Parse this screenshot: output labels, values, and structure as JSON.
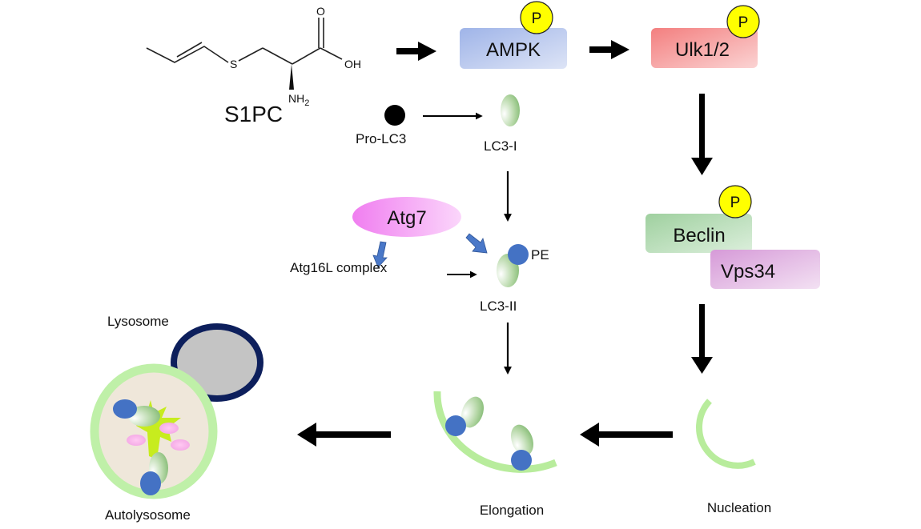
{
  "diagram": {
    "compound": {
      "name": "S1PC",
      "atoms": {
        "sulfur": "S",
        "oxygen": "O",
        "hydroxyl": "OH",
        "amine": "NH",
        "amine_sub": "2"
      }
    },
    "phospho_label": "P",
    "nodes": {
      "ampk": {
        "label": "AMPK",
        "color": "#a9bdeb"
      },
      "ulk": {
        "label": "Ulk1/2",
        "color": "#f58e8e"
      },
      "beclin": {
        "label": "Beclin",
        "color": "#a8d8a8"
      },
      "vps34": {
        "label": "Vps34",
        "color": "#dba7dd"
      },
      "atg7": {
        "label": "Atg7",
        "color": "#f07ef0"
      },
      "atg16l": {
        "label": "Atg16L complex"
      },
      "pro_lc3": {
        "label": "Pro-LC3"
      },
      "lc3_i": {
        "label": "LC3-I"
      },
      "lc3_ii": {
        "label": "LC3-II"
      },
      "pe": {
        "label": "PE"
      },
      "lysosome": {
        "label": "Lysosome"
      },
      "autolysosome": {
        "label": "Autolysosome"
      }
    },
    "stages": {
      "nucleation": "Nucleation",
      "elongation": "Elongation"
    },
    "colors": {
      "phospho": "#ffff00",
      "membrane": "#b8ec9c",
      "pe": "#4472c4",
      "lysosome_border": "#0d1f5c",
      "lysosome_fill": "#c4c4c4",
      "autolysosome_fill": "#efe7da",
      "enzyme_arrow": "#4a78c8"
    }
  }
}
